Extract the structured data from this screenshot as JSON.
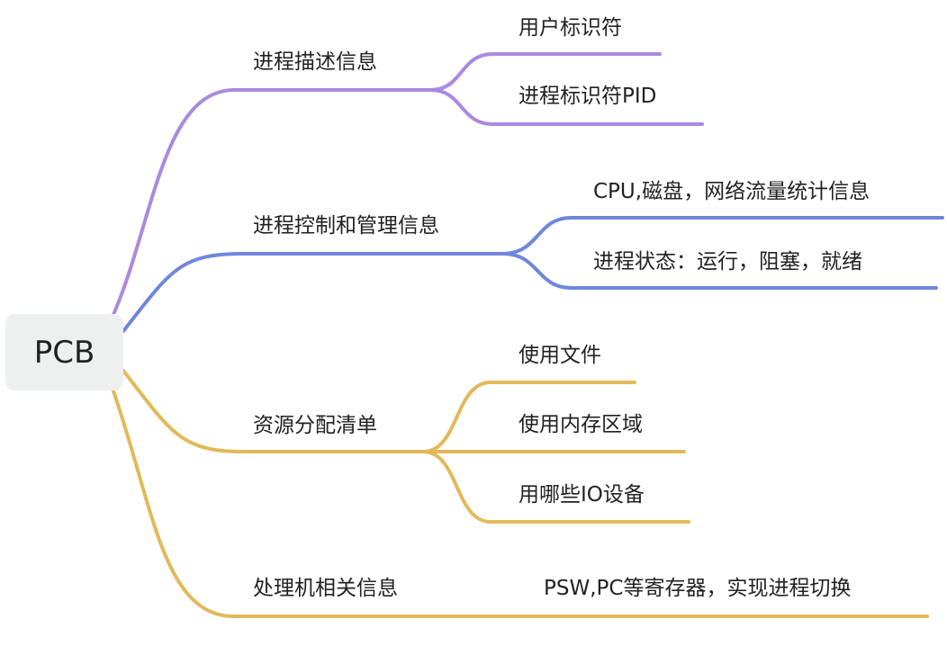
{
  "root": "PCB",
  "colors": {
    "purple": "#a98ae0",
    "blue": "#6f86dc",
    "gold": "#e2b95a"
  },
  "branches": [
    {
      "label": "进程描述信息",
      "children": [
        "用户标识符",
        "进程标识符PID"
      ]
    },
    {
      "label": "进程控制和管理信息",
      "children": [
        "CPU,磁盘，网络流量统计信息",
        "进程状态：运行，阻塞，就绪"
      ]
    },
    {
      "label": "资源分配清单",
      "children": [
        "使用文件",
        "使用内存区域",
        "用哪些IO设备"
      ]
    },
    {
      "label": "处理机相关信息",
      "children": [
        "PSW,PC等寄存器，实现进程切换"
      ]
    }
  ]
}
